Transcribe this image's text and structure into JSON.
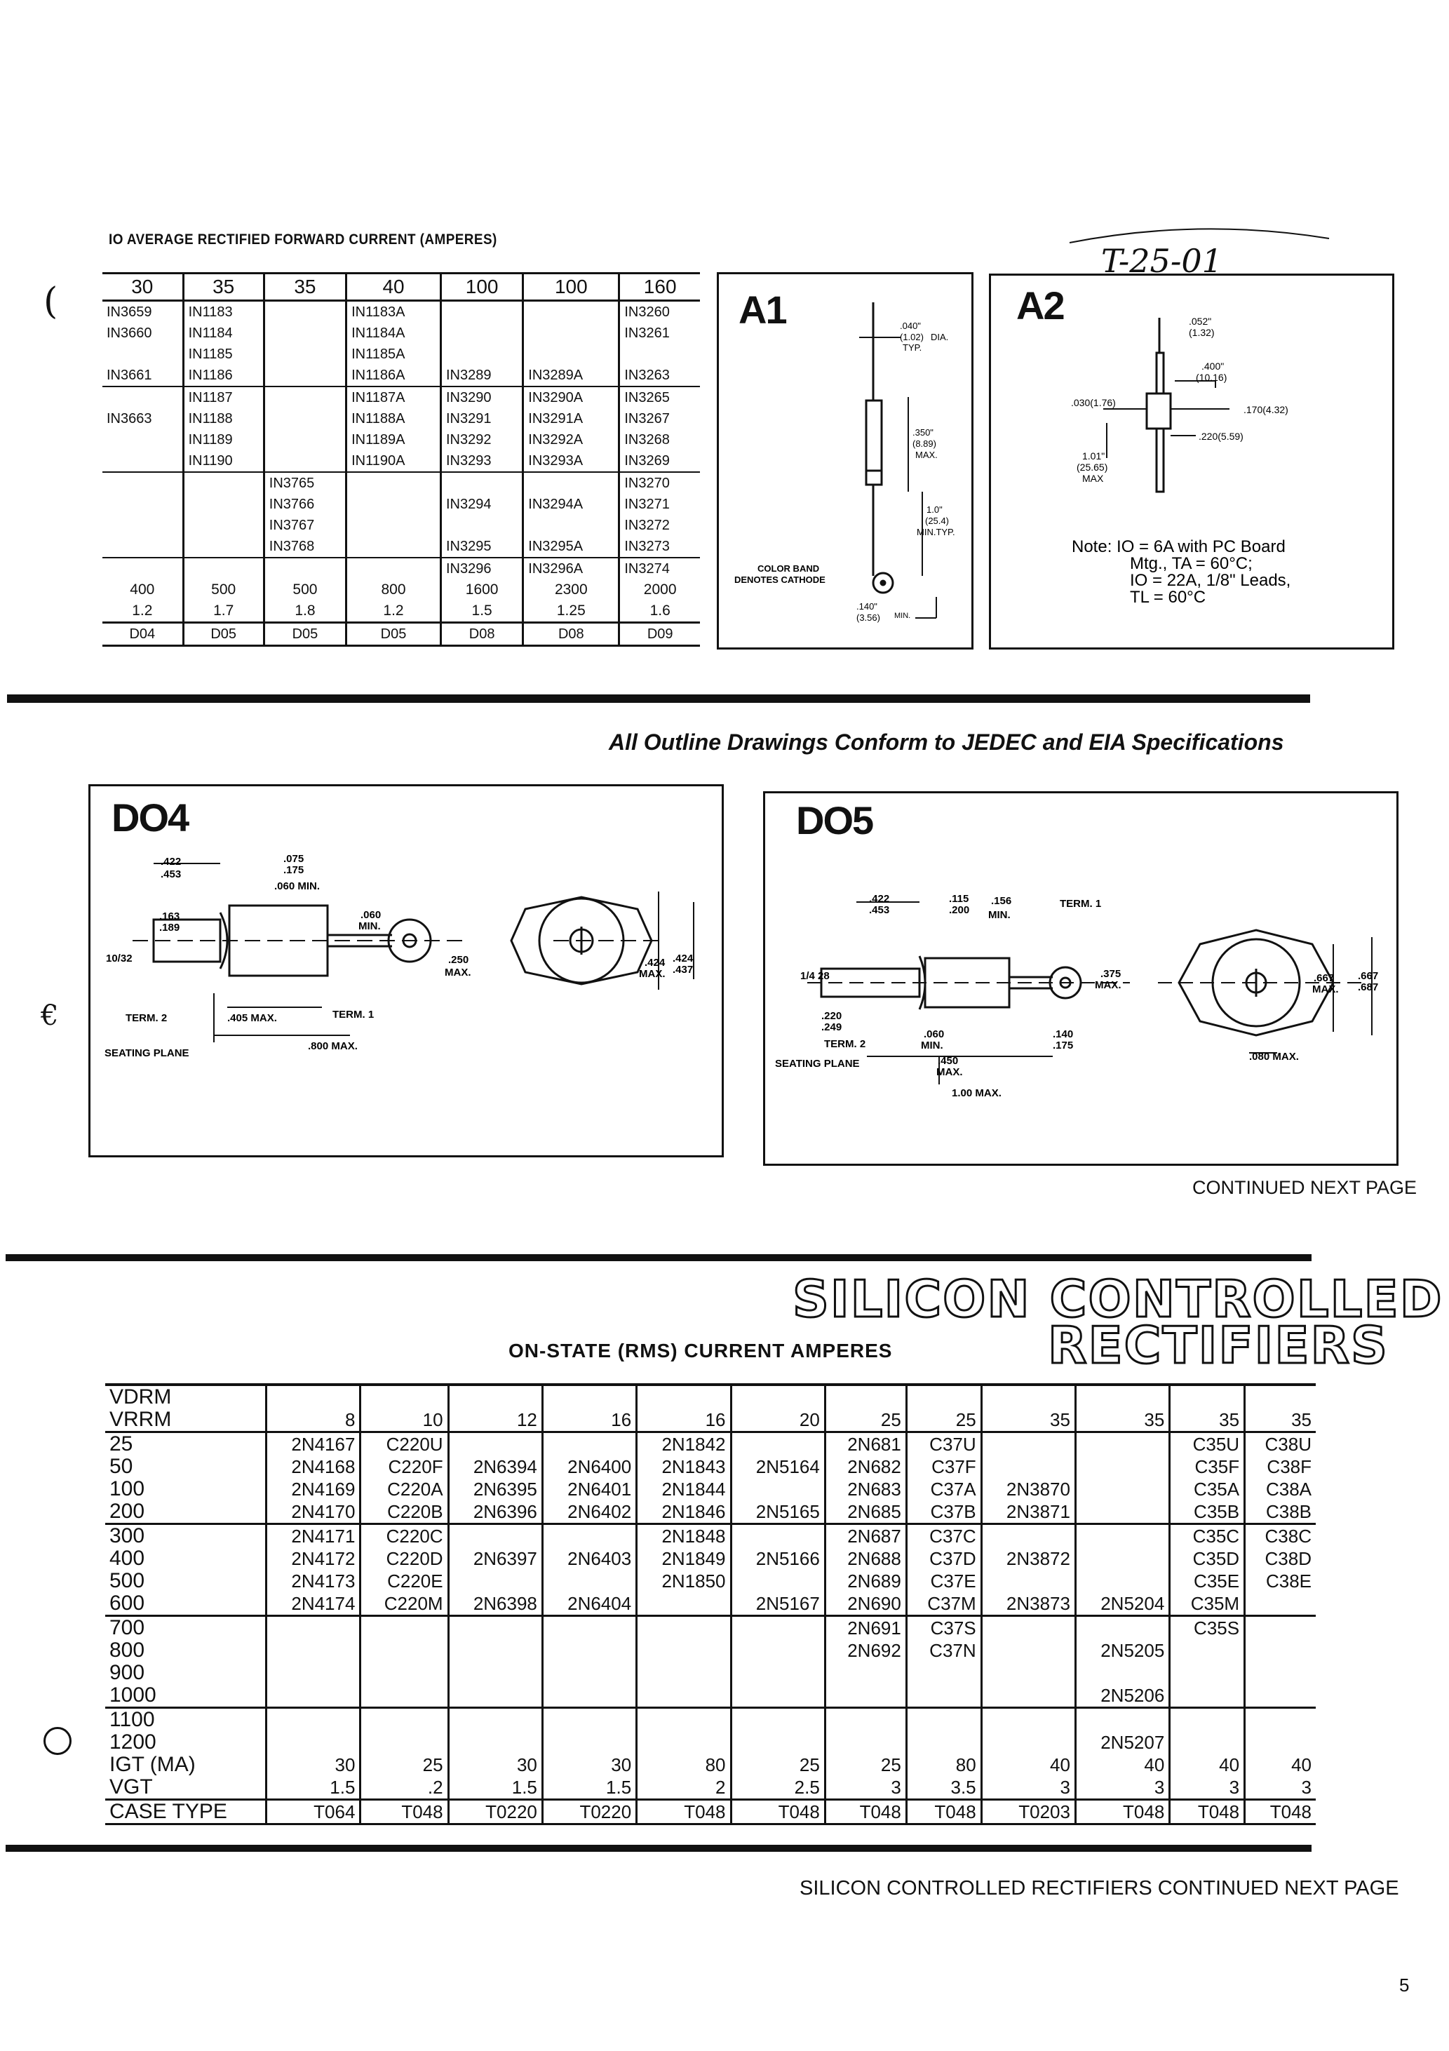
{
  "rectifiers": {
    "heading": "IO AVERAGE RECTIFIED FORWARD CURRENT (AMPERES)",
    "annotation": "T-25-01",
    "columns": [
      "30",
      "35",
      "35",
      "40",
      "100",
      "100",
      "160"
    ],
    "groups": [
      {
        "rows": [
          [
            "IN3659",
            "IN1183",
            "",
            "IN1183A",
            "",
            "",
            "IN3260"
          ],
          [
            "IN3660",
            "IN1184",
            "",
            "IN1184A",
            "",
            "",
            "IN3261"
          ],
          [
            "",
            "IN1185",
            "",
            "IN1185A",
            "",
            "",
            ""
          ],
          [
            "IN3661",
            "IN1186",
            "",
            "IN1186A",
            "IN3289",
            "IN3289A",
            "IN3263"
          ]
        ]
      },
      {
        "rows": [
          [
            "",
            "IN1187",
            "",
            "IN1187A",
            "IN3290",
            "IN3290A",
            "IN3265"
          ],
          [
            "IN3663",
            "IN1188",
            "",
            "IN1188A",
            "IN3291",
            "IN3291A",
            "IN3267"
          ],
          [
            "",
            "IN1189",
            "",
            "IN1189A",
            "IN3292",
            "IN3292A",
            "IN3268"
          ],
          [
            "",
            "IN1190",
            "",
            "IN1190A",
            "IN3293",
            "IN3293A",
            "IN3269"
          ]
        ]
      },
      {
        "rows": [
          [
            "",
            "",
            "IN3765",
            "",
            "",
            "",
            "IN3270"
          ],
          [
            "",
            "",
            "IN3766",
            "",
            "IN3294",
            "IN3294A",
            "IN3271"
          ],
          [
            "",
            "",
            "IN3767",
            "",
            "",
            "",
            "IN3272"
          ],
          [
            "",
            "",
            "IN3768",
            "",
            "IN3295",
            "IN3295A",
            "IN3273"
          ]
        ]
      },
      {
        "rows": [
          [
            "",
            "",
            "",
            "",
            "IN3296",
            "IN3296A",
            "IN3274"
          ],
          [
            "400",
            "500",
            "500",
            "800",
            "1600",
            "2300",
            "2000"
          ],
          [
            "1.2",
            "1.7",
            "1.8",
            "1.2",
            "1.5",
            "1.25",
            "1.6"
          ]
        ]
      }
    ],
    "case_types": [
      "D04",
      "D05",
      "D05",
      "D05",
      "D08",
      "D08",
      "D09"
    ]
  },
  "a1": {
    "label": "A1",
    "dim_dia": ".040\"",
    "dim_dia_mm": "(1.02)",
    "dia_suffix": "DIA.",
    "dia_typ": "TYP.",
    "dim_body": ".350\"",
    "dim_body_mm": "(8.89)",
    "dim_body_max": "MAX.",
    "dim_lead": "1.0\"",
    "dim_lead_mm": "(25.4)",
    "dim_lead_min": "MIN.TYP.",
    "band_note_1": "COLOR BAND",
    "band_note_2": "DENOTES CATHODE",
    "dim_bottom": ".140\"",
    "dim_bottom_mm": "(3.56)",
    "dim_bottom_min": "MIN."
  },
  "a2": {
    "label": "A2",
    "dim_top": ".052\"",
    "dim_top_mm": "(1.32)",
    "dim_mid": ".400\"",
    "dim_mid_mm": "(10.16)",
    "dim_left": ".030(1.76)",
    "dim_right": ".170(4.32)",
    "dim_lower": ".220(5.59)",
    "dim_lead": "1.01\"",
    "dim_lead_mm": "(25.65)",
    "dim_lead_max": "MAX",
    "note_1": "Note:  IO = 6A with PC Board",
    "note_2": "Mtg., TA = 60°C;",
    "note_3": "IO = 22A, 1/8\" Leads,",
    "note_4": "TL = 60°C"
  },
  "jedec_note": "All Outline Drawings Conform to JEDEC and EIA Specifications",
  "do4": {
    "label": "DO4",
    "d1a": ".422",
    "d1b": ".453",
    "d2a": ".075",
    "d2b": ".175",
    "d3": ".060 MIN.",
    "d4a": ".163",
    "d4b": ".189",
    "thread": "10/32",
    "d5": ".060",
    "d5m": "MIN.",
    "d6": ".250",
    "d6m": "MAX.",
    "d7": ".424",
    "d7m": "MAX.",
    "d8a": ".424",
    "d8b": ".437",
    "term2": "TERM. 2",
    "d9": ".405 MAX.",
    "term1": "TERM. 1",
    "seating": "SEATING PLANE",
    "d10": ".800 MAX."
  },
  "do5": {
    "label": "DO5",
    "d1a": ".422",
    "d1b": ".453",
    "d2a": ".115",
    "d2b": ".200",
    "d3": ".156",
    "d3m": "MIN.",
    "term1": "TERM. 1",
    "thread": "1/4 28",
    "d4a": ".220",
    "d4b": ".249",
    "d5": ".375",
    "d5m": "MAX.",
    "d6": ".667",
    "d6m": "MAX.",
    "d7a": ".667",
    "d7b": ".687",
    "term2": "TERM. 2",
    "d8": ".060",
    "d8m": "MIN.",
    "d9a": ".140",
    "d9b": ".175",
    "seating": "SEATING PLANE",
    "d10": ".450",
    "d10m": "MAX.",
    "d11": "1.00 MAX.",
    "d12": ".080 MAX."
  },
  "continued_1": "CONTINUED NEXT PAGE",
  "scr": {
    "title_1": "SILICON CONTROLLED",
    "title_2": "RECTIFIERS",
    "subheading": "ON-STATE (RMS) CURRENT AMPERES",
    "header_label_1": "VDRM",
    "header_label_2": "VRRM",
    "currents": [
      "8",
      "10",
      "12",
      "16",
      "16",
      "20",
      "25",
      "25",
      "35",
      "35",
      "35",
      "35"
    ],
    "groups": [
      {
        "rows": [
          [
            "25",
            "2N4167",
            "C220U",
            "",
            "",
            "2N1842",
            "",
            "2N681",
            "C37U",
            "",
            "",
            "C35U",
            "C38U"
          ],
          [
            "50",
            "2N4168",
            "C220F",
            "2N6394",
            "2N6400",
            "2N1843",
            "2N5164",
            "2N682",
            "C37F",
            "",
            "",
            "C35F",
            "C38F"
          ],
          [
            "100",
            "2N4169",
            "C220A",
            "2N6395",
            "2N6401",
            "2N1844",
            "",
            "2N683",
            "C37A",
            "2N3870",
            "",
            "C35A",
            "C38A"
          ],
          [
            "200",
            "2N4170",
            "C220B",
            "2N6396",
            "2N6402",
            "2N1846",
            "2N5165",
            "2N685",
            "C37B",
            "2N3871",
            "",
            "C35B",
            "C38B"
          ]
        ]
      },
      {
        "rows": [
          [
            "300",
            "2N4171",
            "C220C",
            "",
            "",
            "2N1848",
            "",
            "2N687",
            "C37C",
            "",
            "",
            "C35C",
            "C38C"
          ],
          [
            "400",
            "2N4172",
            "C220D",
            "2N6397",
            "2N6403",
            "2N1849",
            "2N5166",
            "2N688",
            "C37D",
            "2N3872",
            "",
            "C35D",
            "C38D"
          ],
          [
            "500",
            "2N4173",
            "C220E",
            "",
            "",
            "2N1850",
            "",
            "2N689",
            "C37E",
            "",
            "",
            "C35E",
            "C38E"
          ],
          [
            "600",
            "2N4174",
            "C220M",
            "2N6398",
            "2N6404",
            "",
            "2N5167",
            "2N690",
            "C37M",
            "2N3873",
            "2N5204",
            "C35M",
            ""
          ]
        ]
      },
      {
        "rows": [
          [
            "700",
            "",
            "",
            "",
            "",
            "",
            "",
            "2N691",
            "C37S",
            "",
            "",
            "C35S",
            ""
          ],
          [
            "800",
            "",
            "",
            "",
            "",
            "",
            "",
            "2N692",
            "C37N",
            "",
            "2N5205",
            "",
            ""
          ],
          [
            "900",
            "",
            "",
            "",
            "",
            "",
            "",
            "",
            "",
            "",
            "",
            "",
            ""
          ],
          [
            "1000",
            "",
            "",
            "",
            "",
            "",
            "",
            "",
            "",
            "",
            "2N5206",
            "",
            ""
          ]
        ]
      },
      {
        "rows": [
          [
            "1100",
            "",
            "",
            "",
            "",
            "",
            "",
            "",
            "",
            "",
            "",
            "",
            ""
          ],
          [
            "1200",
            "",
            "",
            "",
            "",
            "",
            "",
            "",
            "",
            "",
            "2N5207",
            "",
            ""
          ],
          [
            "IGT (MA)",
            "30",
            "25",
            "30",
            "30",
            "80",
            "25",
            "25",
            "80",
            "40",
            "40",
            "40",
            "40"
          ],
          [
            "VGT",
            "1.5",
            ".2",
            "1.5",
            "1.5",
            "2",
            "2.5",
            "3",
            "3.5",
            "3",
            "3",
            "3",
            "3"
          ]
        ]
      }
    ],
    "case_label": "CASE TYPE",
    "case_types": [
      "T064",
      "T048",
      "T0220",
      "T0220",
      "T048",
      "T048",
      "T048",
      "T048",
      "T0203",
      "T048",
      "T048",
      "T048"
    ]
  },
  "continued_2": "SILICON CONTROLLED RECTIFIERS CONTINUED NEXT PAGE",
  "page_number": "5"
}
